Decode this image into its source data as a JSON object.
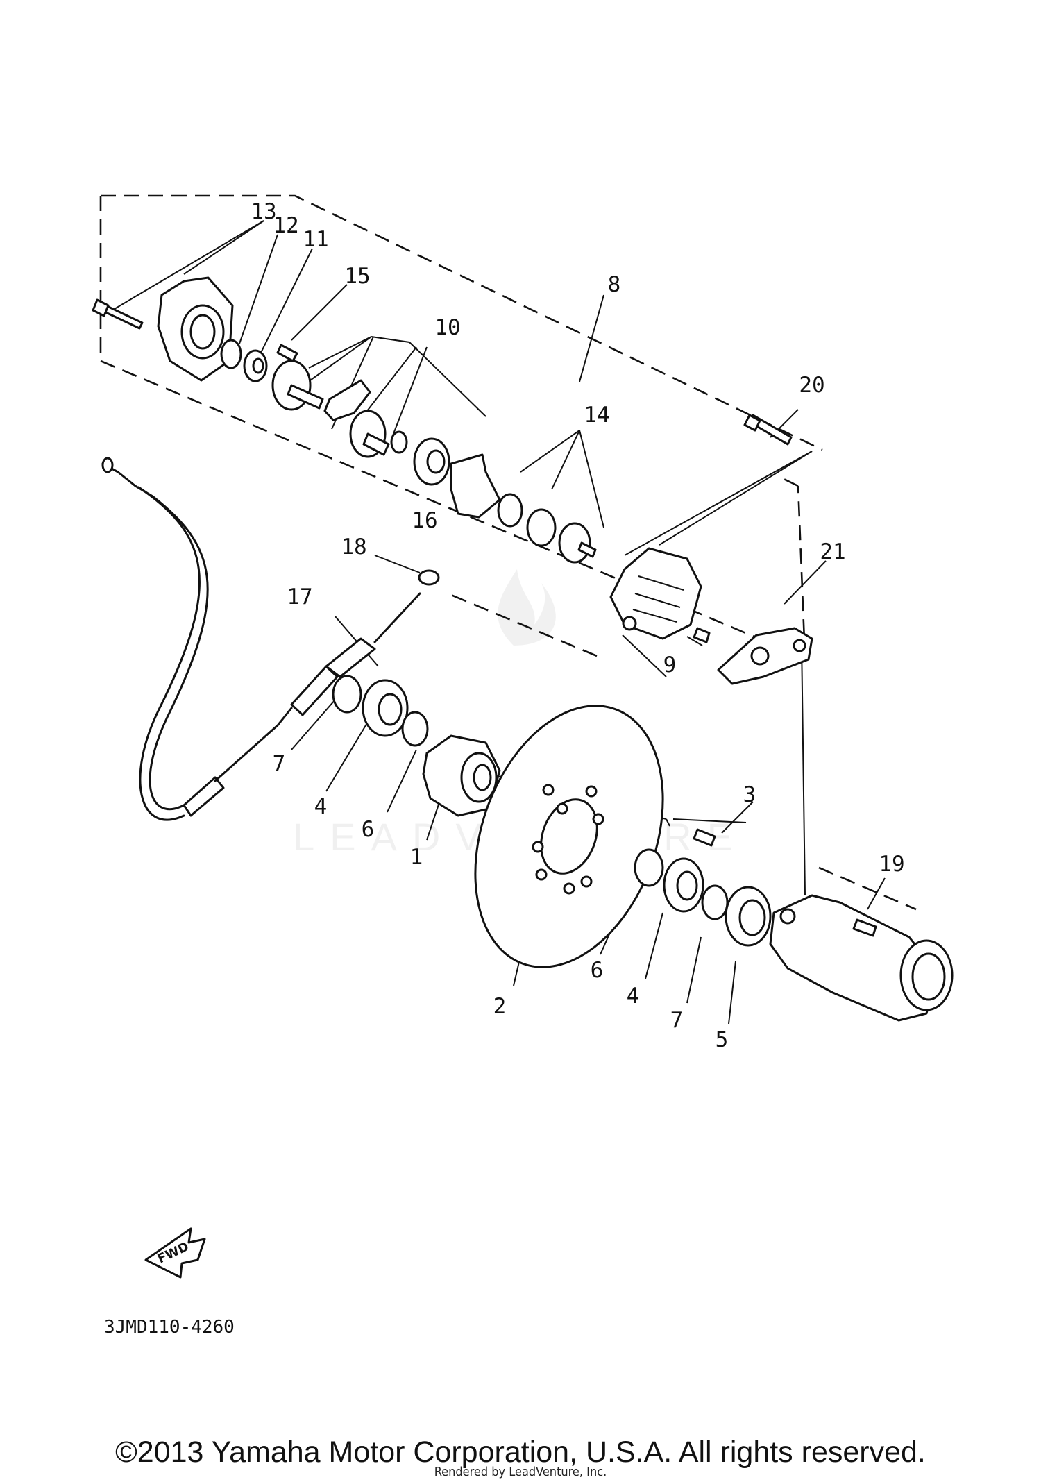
{
  "diagram": {
    "callouts": [
      "13",
      "12",
      "11",
      "15",
      "10",
      "8",
      "20",
      "14",
      "16",
      "18",
      "17",
      "21",
      "9",
      "3",
      "7",
      "4",
      "6",
      "1",
      "19",
      "2",
      "6",
      "4",
      "7",
      "5"
    ],
    "code": "3JMD110-4260",
    "fwd_label": "FWD",
    "watermark": "LEADVENTURE"
  },
  "footer": {
    "copyright": "©2013 Yamaha Motor Corporation, U.S.A. All rights reserved.",
    "rendered_by": "Rendered by LeadVenture, Inc."
  }
}
